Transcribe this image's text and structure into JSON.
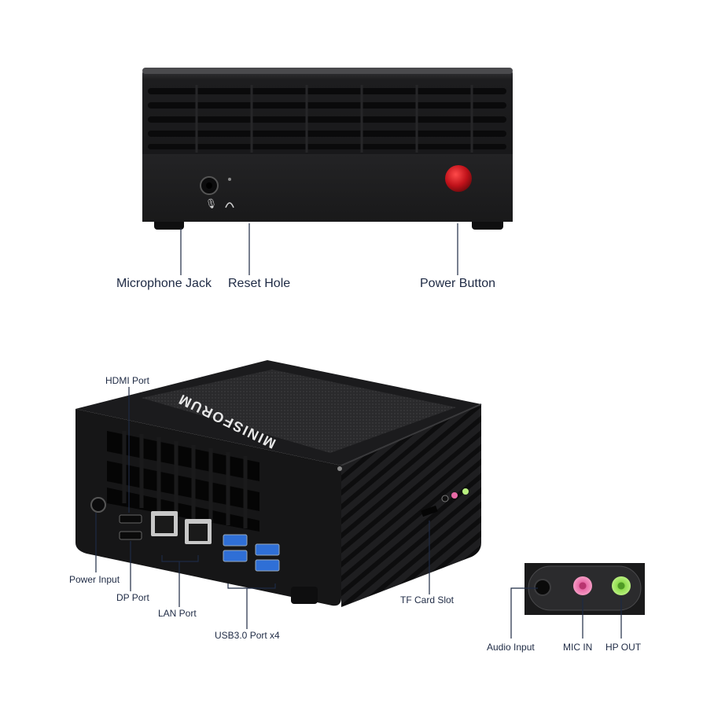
{
  "brand": "MINISFORUM",
  "front_view": {
    "callouts": {
      "microphone_jack": "Microphone Jack",
      "reset_hole": "Reset Hole",
      "power_button": "Power Button"
    },
    "colors": {
      "body": "#1c1c1e",
      "power_button": "#c0121a"
    }
  },
  "rear_view": {
    "callouts": {
      "hdmi_port": "HDMI Port",
      "power_input": "Power Input",
      "dp_port": "DP Port",
      "lan_port": "LAN Port",
      "usb_ports": "USB3.0 Port x4",
      "tf_card_slot": "TF Card Slot"
    },
    "colors": {
      "usb_blue": "#2f6fd6",
      "body": "#1c1c1e"
    }
  },
  "audio_inset": {
    "callouts": {
      "audio_input": "Audio Input",
      "mic_in": "MIC IN",
      "hp_out": "HP OUT"
    },
    "colors": {
      "mic_in": "#e86aa6",
      "hp_out": "#8fdc4e"
    }
  }
}
